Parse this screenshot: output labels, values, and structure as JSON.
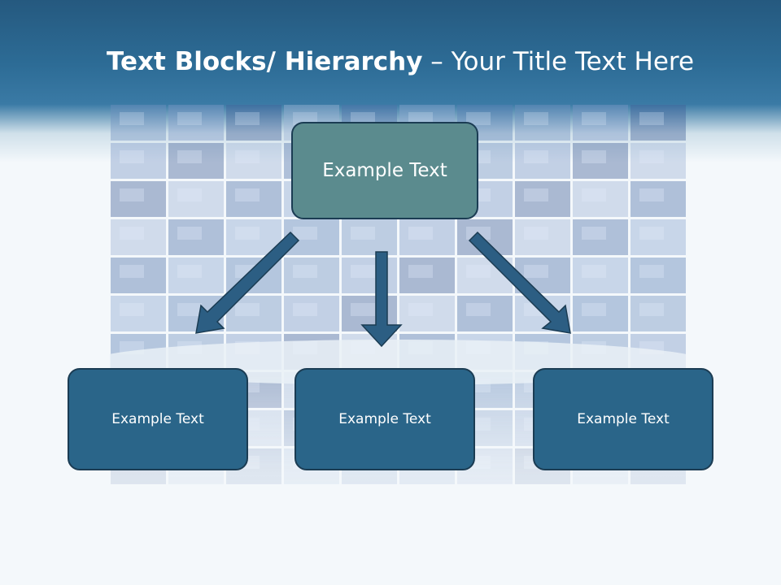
{
  "slide": {
    "title_bold": "Text Blocks/ Hierarchy",
    "title_rest": " – Your Title Text Here"
  },
  "diagram": {
    "top_box": "Example Text",
    "children": [
      "Example Text",
      "Example Text",
      "Example Text"
    ]
  },
  "colors": {
    "header": "#2d6c96",
    "top_box": "#5b8b8e",
    "child_box": "#2a6589",
    "arrow": "#2c5e83",
    "border": "#1b3c53"
  }
}
